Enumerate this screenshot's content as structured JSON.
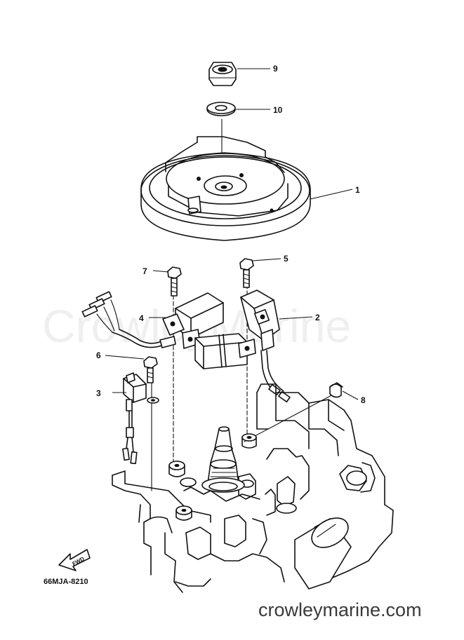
{
  "callouts": [
    "1",
    "2",
    "3",
    "4",
    "5",
    "6",
    "7",
    "8",
    "9",
    "10"
  ],
  "diagram_code": "66MJA-8210",
  "fwd_label": "FWD",
  "watermark": "CrowleyMarine",
  "website": "crowleymarine.com"
}
